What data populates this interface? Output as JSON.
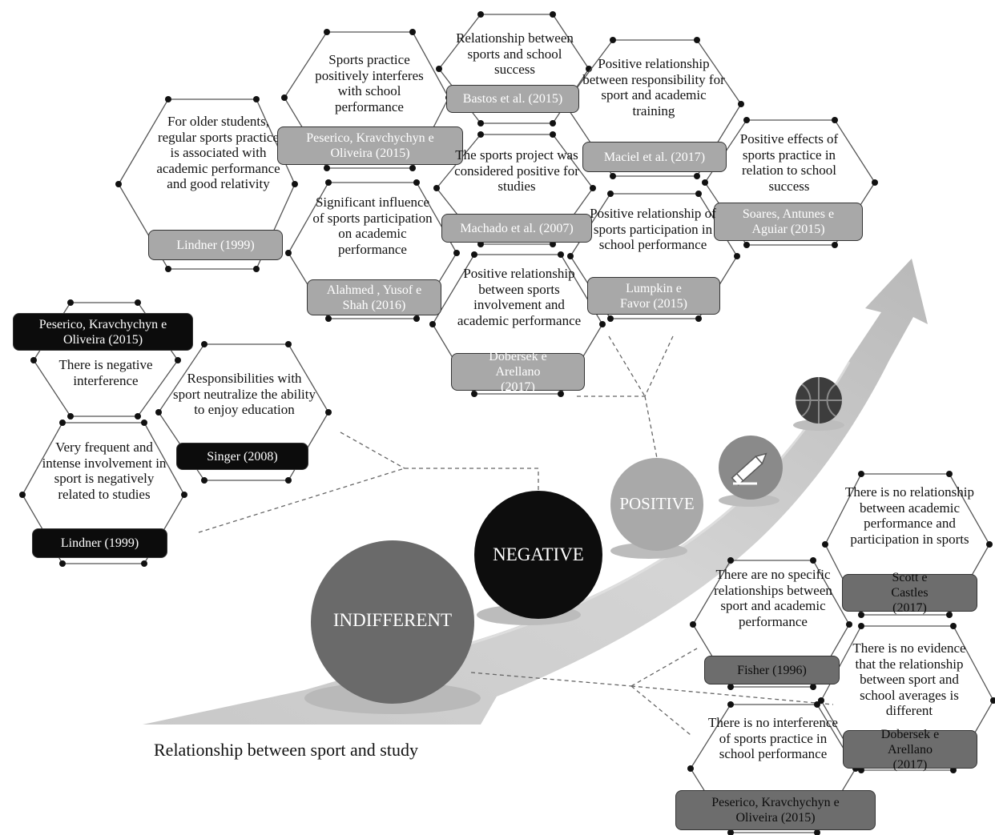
{
  "caption": "Relationship between sport and study",
  "categories": {
    "indifferent": "INDIFFERENT",
    "negative": "NEGATIVE",
    "positive": "POSITIVE"
  },
  "icons": [
    "basketball-icon",
    "pencil-icon"
  ],
  "positive_cells": [
    {
      "text": "For older students, regular sports practice is associated with academic performance and good relativity",
      "source": "Lindner (1999)"
    },
    {
      "text": "Sports practice positively interferes with school performance",
      "source": "Peserico, Kravchychyn e Oliveira (2015)"
    },
    {
      "text": "Relationship between sports and school success",
      "source": "Bastos et al. (2015)"
    },
    {
      "text": "Positive relationship between responsibility for sport and academic training",
      "source": "Maciel et al. (2017)"
    },
    {
      "text": "Positive effects of sports practice in relation to school success",
      "source": "Soares, Antunes e Aguiar (2015)"
    },
    {
      "text": "Significant influence of sports participation on academic performance",
      "source": "Alahmed , Yusof e Shah (2016)"
    },
    {
      "text": "The sports project was considered positive for studies",
      "source": "Machado et al. (2007)"
    },
    {
      "text": "Positive relationship of sports participation in school performance",
      "source": "Lumpkin e Favor (2015)"
    },
    {
      "text": "Positive relationship between sports involvement and academic performance",
      "source": "Dobersek e Arellano (2017)"
    }
  ],
  "negative_cells": [
    {
      "text": "There is negative interference",
      "source": "Peserico, Kravchychyn e Oliveira (2015)"
    },
    {
      "text": "Responsibilities with sport neutralize the ability to enjoy education",
      "source": "Singer (2008)"
    },
    {
      "text": "Very frequent and intense involvement in sport is negatively related to studies",
      "source": "Lindner (1999)"
    }
  ],
  "indifferent_cells": [
    {
      "text": "There is no relationship between academic performance and participation in sports",
      "source": "Scott e Castles (2017)"
    },
    {
      "text": "There are no specific relationships between sport and academic performance",
      "source": "Fisher (1996)"
    },
    {
      "text": "There is no evidence that the relationship between sport and school averages is different",
      "source": "Dobersek e Arellano (2017)"
    },
    {
      "text": "There is no interference of sports practice in school performance",
      "source": "Peserico, Kravchychyn e Oliveira (2015)"
    }
  ],
  "colors": {
    "positive_tag": "#a8a8a8",
    "negative_tag": "#0c0c0c",
    "indifferent_tag": "#6d6d6d",
    "ball_indifferent": "#6a6a6a",
    "ball_negative": "#0d0d0d",
    "ball_positive": "#a9a9a9",
    "road": "#d2d2d2"
  }
}
